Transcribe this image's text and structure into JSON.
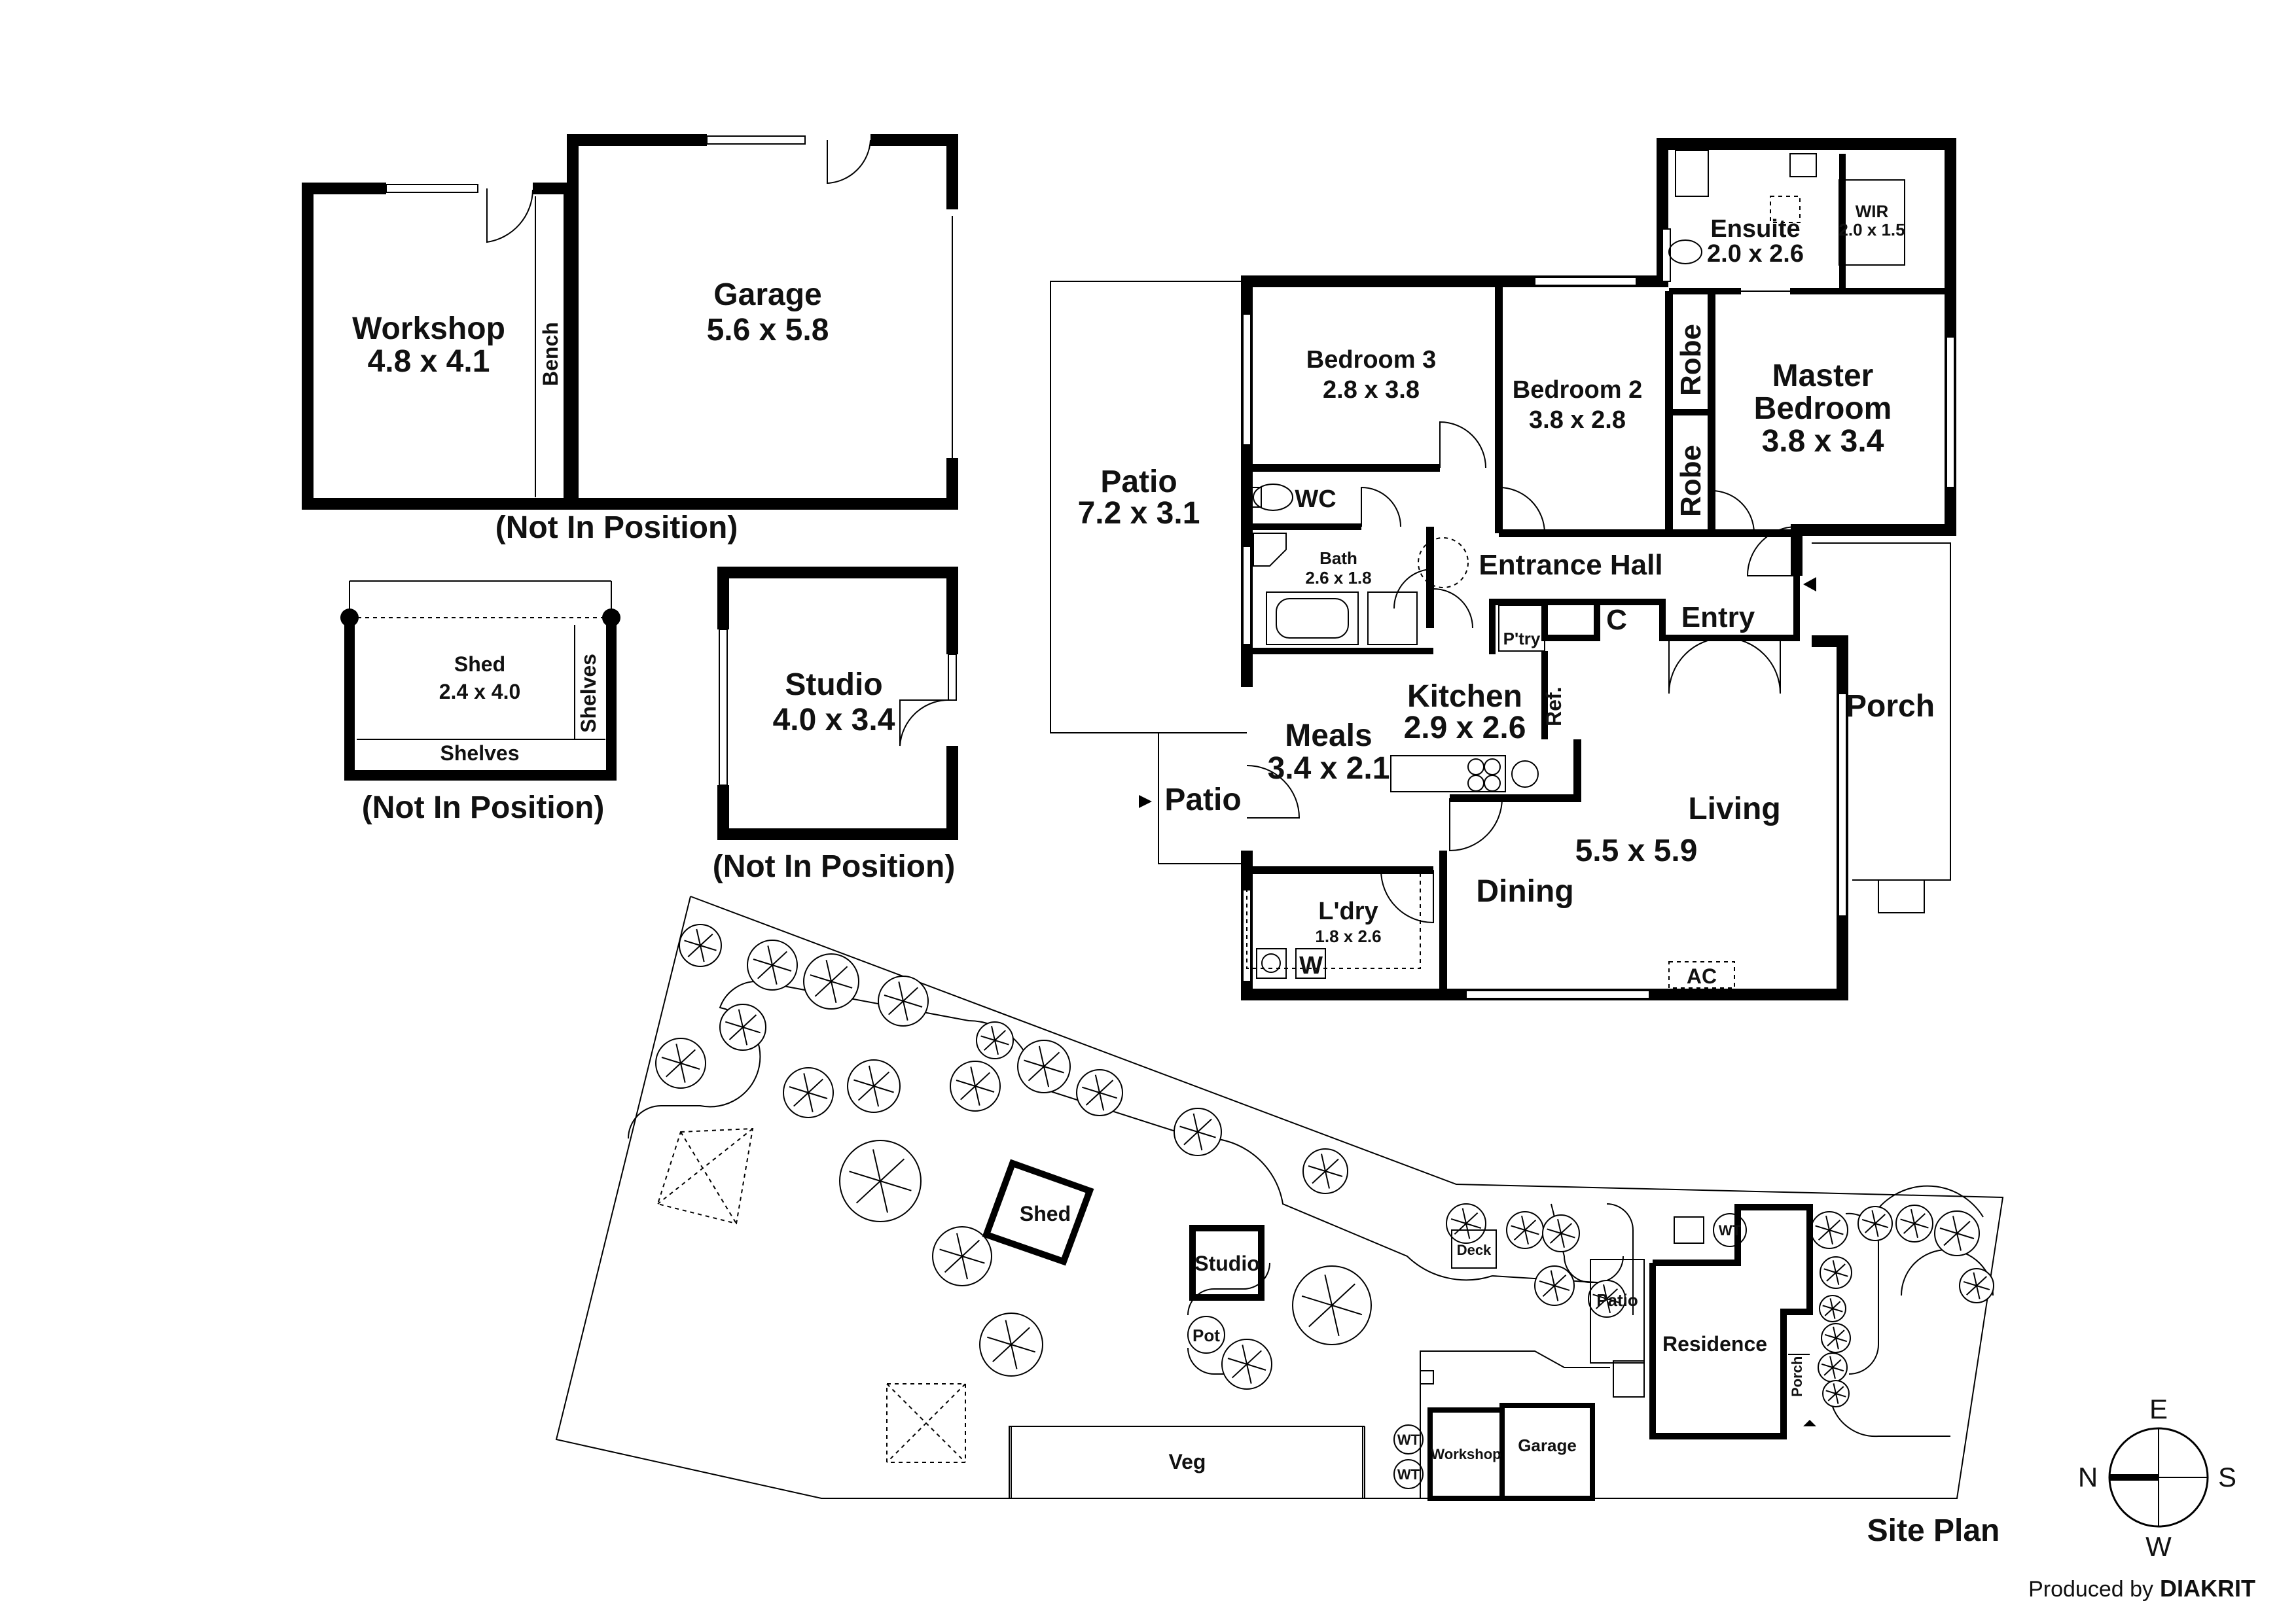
{
  "outbuildings": {
    "workshop": {
      "name": "Workshop",
      "size": "4.8 x 4.1"
    },
    "bench": "Bench",
    "garage": {
      "name": "Garage",
      "size": "5.6 x 5.8"
    },
    "not_in_position_1": "(Not In Position)",
    "shed": {
      "name": "Shed",
      "size": "2.4 x 4.0",
      "shelves_side": "Shelves",
      "shelves_bottom": "Shelves"
    },
    "not_in_position_2": "(Not In Position)",
    "studio": {
      "name": "Studio",
      "size": "4.0 x 3.4"
    },
    "not_in_position_3": "(Not In Position)"
  },
  "residence": {
    "patio_large": {
      "name": "Patio",
      "size": "7.2 x 3.1"
    },
    "bedroom3": {
      "name": "Bedroom 3",
      "size": "2.8 x 3.8"
    },
    "bedroom2": {
      "name": "Bedroom 2",
      "size": "3.8 x 2.8"
    },
    "robe_1": "Robe",
    "robe_2": "Robe",
    "ensuite": {
      "name": "Ensuite",
      "size": "2.0 x 2.6"
    },
    "wir": {
      "name": "WIR",
      "size": "2.0 x 1.5"
    },
    "master": {
      "line1": "Master",
      "line2": "Bedroom",
      "size": "3.8 x 3.4"
    },
    "wc": "WC",
    "bath": {
      "name": "Bath",
      "size": "2.6 x 1.8"
    },
    "entrance_hall": "Entrance Hall",
    "cupboard": "C",
    "entry": "Entry",
    "pantry": "P'try",
    "kitchen": {
      "name": "Kitchen",
      "size": "2.9 x 2.6"
    },
    "ref": "Ref.",
    "meals": {
      "name": "Meals",
      "size": "3.4 x 2.1"
    },
    "patio_small": "Patio",
    "living": "Living",
    "living_size": "5.5 x 5.9",
    "dining": "Dining",
    "laundry": {
      "name": "L'dry",
      "size": "1.8 x 2.6"
    },
    "washer": "W",
    "ac": "AC",
    "porch": "Porch"
  },
  "site_plan": {
    "title": "Site Plan",
    "shed": "Shed",
    "studio": "Studio",
    "pot": "Pot",
    "veg": "Veg",
    "deck": "Deck",
    "patio": "Patio",
    "residence": "Residence",
    "porch": "Porch",
    "water_tank_1": "WT",
    "water_tank_2": "WT",
    "water_tank_3": "WT",
    "workshop": "Workshop",
    "garage": "Garage"
  },
  "compass": {
    "north": "N",
    "east": "E",
    "south": "S",
    "west": "W"
  },
  "credit": {
    "prefix": "Produced by",
    "brand": "DIAKRIT"
  }
}
